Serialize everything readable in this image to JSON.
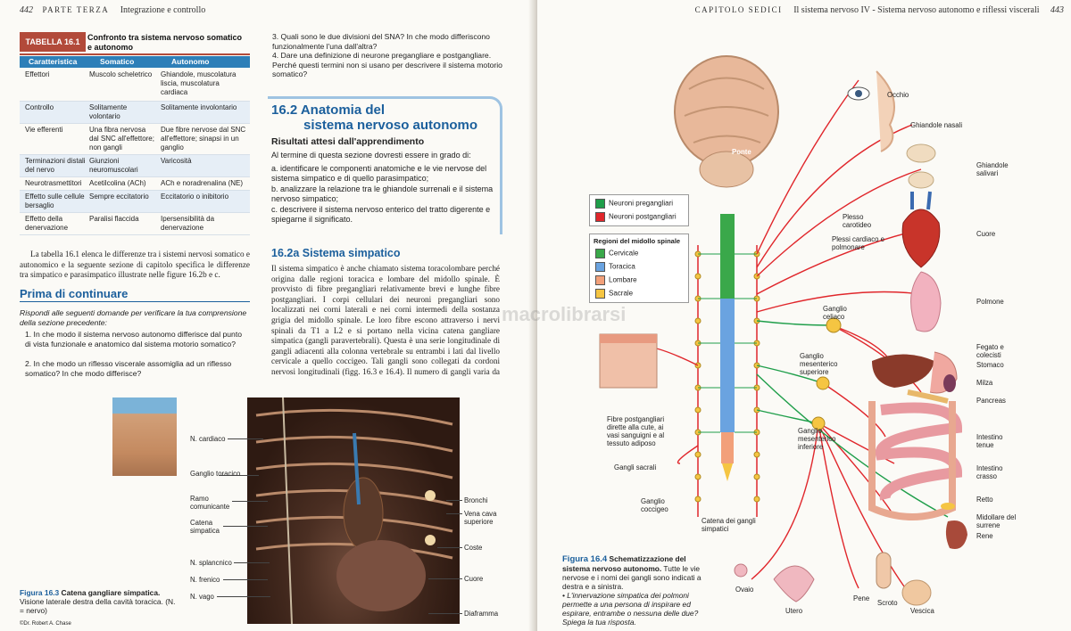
{
  "left": {
    "header": {
      "page": "442",
      "part": "PARTE TERZA",
      "title": "Integrazione e controllo"
    },
    "table": {
      "tag": "TABELLA 16.1",
      "title": "Confronto tra sistema nervoso somatico e autonomo",
      "columns": [
        "Caratteristica",
        "Somatico",
        "Autonomo"
      ],
      "rows": [
        [
          "Effettori",
          "Muscolo scheletrico",
          "Ghiandole, muscolatura liscia, muscolatura cardiaca"
        ],
        [
          "Controllo",
          "Solitamente volontario",
          "Solitamente involontario"
        ],
        [
          "Vie efferenti",
          "Una fibra nervosa dal SNC all'effettore; non gangli",
          "Due fibre nervose dal SNC all'effettore; sinapsi in un ganglio"
        ],
        [
          "Terminazioni distali del nervo",
          "Giunzioni neuromuscolari",
          "Varicosità"
        ],
        [
          "Neurotrasmettitori",
          "Acetilcolina (ACh)",
          "ACh e noradrenalina (NE)"
        ],
        [
          "Effetto sulle cellule bersaglio",
          "Sempre eccitatorio",
          "Eccitatorio o inibitorio"
        ],
        [
          "Effetto della denervazione",
          "Paralisi flaccida",
          "Ipersensibilità da denervazione"
        ]
      ]
    },
    "intro_paragraph": "La tabella 16.1 elenca le differenze tra i sistemi nervosi somatico e autonomico e la seguente sezione di capitolo specifica le differenze tra simpatico e parasimpatico illustrate nelle figure 16.2b e c.",
    "before": {
      "title": "Prima di continuare",
      "instruction": "Rispondi alle seguenti domande per verificare la tua comprensione della sezione precedente:",
      "questions": [
        "1. In che modo il sistema nervoso autonomo differisce dal punto di vista funzionale e anatomico dal sistema motorio somatico?",
        "2. In che modo un riflesso viscerale assomiglia ad un riflesso somatico? In che modo differisce?"
      ]
    },
    "questions_top": [
      "3. Quali sono le due divisioni del SNA? In che modo differiscono funzionalmente l'una dall'altra?",
      "4. Dare una definizione di neurone pregangliare e postgangliare. Perché questi termini non si usano per descrivere il sistema motorio somatico?"
    ],
    "section": {
      "number": "16.2",
      "title_line1": "Anatomia del",
      "title_line2": "sistema nervoso autonomo",
      "subtitle": "Risultati attesi dall'apprendimento",
      "lead": "Al termine di questa sezione dovresti essere in grado di:",
      "goals": [
        "a. identificare le componenti anatomiche e le vie nervose del sistema simpatico e di quello parasimpatico;",
        "b. analizzare la relazione tra le ghiandole surrenali e il sistema nervoso simpatico;",
        "c. descrivere il sistema nervoso enterico del tratto digerente e spiegarne il significato."
      ]
    },
    "subsection": {
      "title": "16.2a Sistema simpatico",
      "text": "Il sistema simpatico è anche chiamato sistema toracolombare perché origina dalle regioni toracica e lombare del midollo spinale. È provvisto di fibre pregangliari relativamente brevi e lunghe fibre postgangliari. I corpi cellulari dei neuroni pregangliari sono localizzati nei corni laterali e nei corni intermedi della sostanza grigia del midollo spinale. Le loro fibre escono attraverso i nervi spinali da T1 a L2 e si portano nella vicina catena gangliare simpatica (gangli paravertebrali). Questa è una serie longitudinale di gangli adiacenti alla colonna vertebrale su entrambi i lati dal livello cervicale a quello coccigeo. Tali gangli sono collegati da cordoni nervosi longitudinali (figg. 16.3 e 16.4). Il numero di gangli varia da persona a persona,"
    },
    "fig163": {
      "labels_left": [
        "N. cardiaco",
        "Ganglio toracico",
        "Ramo comunicante",
        "Catena simpatica",
        "N. splancnico",
        "N. frenico",
        "N. vago"
      ],
      "labels_right": [
        "Bronchi",
        "Vena cava superiore",
        "Coste",
        "Cuore",
        "Diaframma"
      ],
      "caption_fig": "Figura 16.3",
      "caption_title": "Catena gangliare simpatica.",
      "caption_text": "Visione laterale destra della cavità toracica. (N. = nervo)",
      "credit": "©Dr. Robert A. Chase"
    }
  },
  "right": {
    "header": {
      "chapter": "CAPITOLO SEDICI",
      "title": "Il sistema nervoso IV - Sistema nervoso autonomo e riflessi viscerali",
      "page": "443"
    },
    "legend_neurons": [
      {
        "label": "Neuroni pregangliari",
        "color": "#1f9e4a"
      },
      {
        "label": "Neuroni postgangliari",
        "color": "#e0262b"
      }
    ],
    "legend_regions_title": "Regioni del midollo spinale",
    "legend_regions": [
      {
        "label": "Cervicale",
        "color": "#3aa84a"
      },
      {
        "label": "Toracica",
        "color": "#6aa3e0"
      },
      {
        "label": "Lombare",
        "color": "#f2a07a"
      },
      {
        "label": "Sacrale",
        "color": "#f5c542"
      }
    ],
    "labels": {
      "ponte": "Ponte",
      "occhio": "Occhio",
      "ghiandole_nasali": "Ghiandole nasali",
      "ghiandole_salivari": "Ghiandole salivari",
      "plesso_carotideo": "Plesso carotideo",
      "plessi_cardiaco": "Plessi cardiaco e polmonare",
      "cuore": "Cuore",
      "polmone": "Polmone",
      "ganglio_celiaco": "Ganglio celiaco",
      "ganglio_mes_sup": "Ganglio mesenterico superiore",
      "ganglio_mes_inf": "Ganglio mesenterico inferiore",
      "fegato": "Fegato e colecisti",
      "stomaco": "Stomaco",
      "milza": "Milza",
      "pancreas": "Pancreas",
      "intestino_tenue": "Intestino tenue",
      "intestino_crasso": "Intestino crasso",
      "retto": "Retto",
      "midollare": "Midollare del surrene",
      "rene": "Rene",
      "fibre_post": "Fibre postgangliari dirette alla cute, ai vasi sanguigni e al tessuto adiposo",
      "gangli_sacrali": "Gangli sacrali",
      "ganglio_coccigeo": "Ganglio coccigeo",
      "catena": "Catena dei gangli simpatici",
      "ovaio": "Ovaio",
      "utero": "Utero",
      "pene": "Pene",
      "scroto": "Scroto",
      "vescica": "Vescica"
    },
    "caption": {
      "fig": "Figura 16.4",
      "title": "Schematizzazione del sistema nervoso autonomo.",
      "text": "Tutte le vie nervose e i nomi dei gangli sono indicati a destra e a sinistra.",
      "question": "• L'innervazione simpatica dei polmoni permette a una persona di inspirare ed espirare, entrambe o nessuna delle due? Spiega la tua risposta."
    },
    "watermark": "macrolibrarsi"
  }
}
